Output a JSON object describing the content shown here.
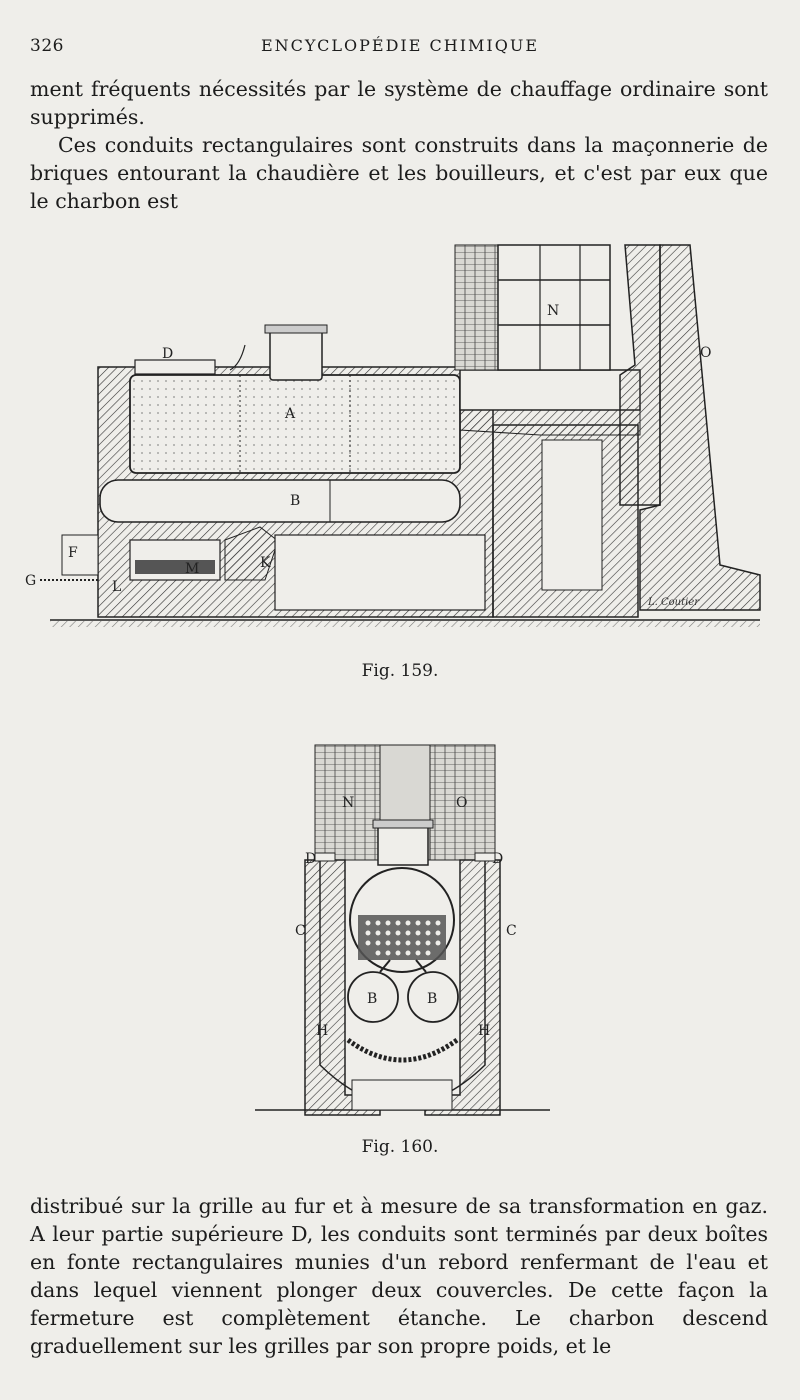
{
  "header": {
    "page_number": "326",
    "running_title": "ENCYCLOPÉDIE CHIMIQUE"
  },
  "body": {
    "paragraph_1": "ment fréquents nécessités par le système de chauffage ordinaire sont supprimés.",
    "paragraph_2": "Ces conduits rectangulaires sont construits dans la maçonnerie de briques entourant la chaudière et les bouilleurs, et c'est par eux que le charbon est",
    "paragraph_3": "distribué sur la grille au fur et à mesure de sa transformation en gaz. A leur partie supérieure D, les conduits sont terminés par deux boîtes en fonte rectangulaires munies d'un rebord renfermant de l'eau et dans lequel viennent plonger deux couvercles. De cette façon la fermeture est complètement étanche. Le charbon descend graduellement sur les grilles par son propre poids, et le"
  },
  "figures": {
    "fig159": {
      "caption": "Fig. 159.",
      "labels": {
        "A": "A",
        "B": "B",
        "D": "D",
        "N": "N",
        "O": "O",
        "F": "F",
        "G": "G",
        "L": "L",
        "M": "M",
        "K": "K"
      },
      "engraver": "L. Coutier"
    },
    "fig160": {
      "caption": "Fig. 160.",
      "labels": {
        "N": "N",
        "O": "O",
        "D_left": "D",
        "D_right": "D",
        "C_left": "C",
        "C_right": "C",
        "B_left": "B",
        "B_right": "B",
        "H_left": "H",
        "H_right": "H"
      }
    }
  }
}
